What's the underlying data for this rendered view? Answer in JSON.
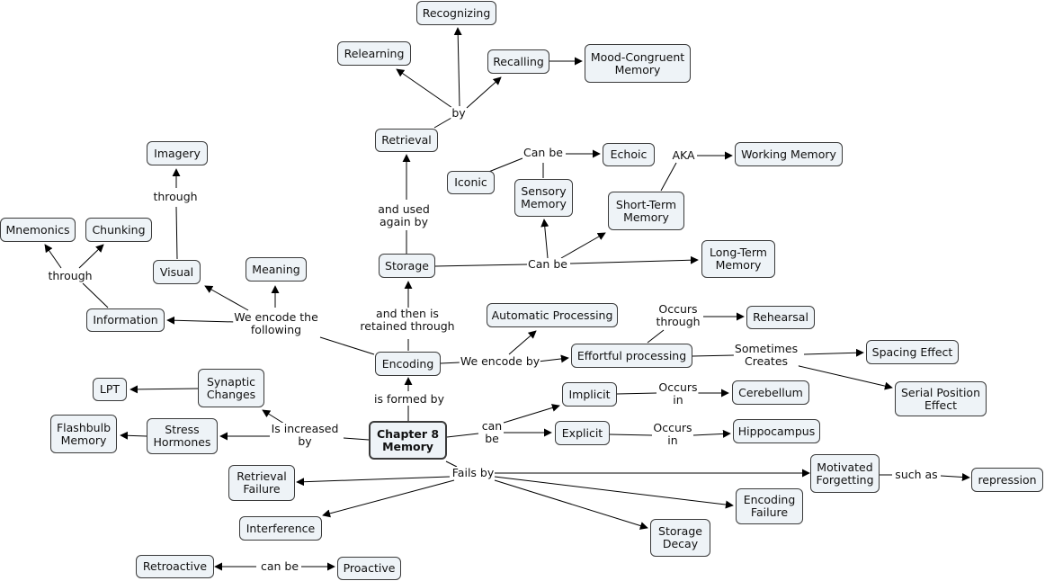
{
  "nodes": {
    "recognizing": "Recognizing",
    "relearning": "Relearning",
    "recalling": "Recalling",
    "mood_congruent": "Mood-Congruent\nMemory",
    "retrieval": "Retrieval",
    "imagery": "Imagery",
    "echoic": "Echoic",
    "working_memory": "Working Memory",
    "iconic": "Iconic",
    "sensory_memory": "Sensory\nMemory",
    "short_term_memory": "Short-Term\nMemory",
    "mnemonics": "Mnemonics",
    "chunking": "Chunking",
    "long_term_memory": "Long-Term\nMemory",
    "meaning": "Meaning",
    "visual": "Visual",
    "storage": "Storage",
    "information": "Information",
    "automatic_processing": "Automatic Processing",
    "rehearsal": "Rehearsal",
    "effortful_processing": "Effortful processing",
    "spacing_effect": "Spacing Effect",
    "encoding": "Encoding",
    "synaptic_changes": "Synaptic\nChanges",
    "lpt": "LPT",
    "serial_position_effect": "Serial Position\nEffect",
    "implicit": "Implicit",
    "cerebellum": "Cerebellum",
    "flashbulb_memory": "Flashbulb\nMemory",
    "stress_hormones": "Stress\nHormones",
    "chapter8_memory": "Chapter 8\nMemory",
    "explicit": "Explicit",
    "hippocampus": "Hippocampus",
    "motivated_forgetting": "Motivated\nForgetting",
    "repression": "repression",
    "retrieval_failure": "Retrieval\nFailure",
    "encoding_failure": "Encoding\nFailure",
    "interference": "Interference",
    "storage_decay": "Storage\nDecay",
    "retroactive": "Retroactive",
    "proactive": "Proactive"
  },
  "links": {
    "by": "by",
    "can_be_echoic": "Can be",
    "aka": "AKA",
    "through_imagery": "through",
    "through_mnemonics": "through",
    "and_used_again_by": "and used\nagain by",
    "can_be_storage": "Can be",
    "we_encode_following": "We encode the\nfollowing",
    "and_then_retained": "and then is\nretained through",
    "occurs_through": "Occurs\nthrough",
    "sometimes_creates": "Sometimes\nCreates",
    "we_encode_by": "We encode by",
    "is_formed_by": "is formed by",
    "occurs_in_cerebellum": "Occurs\nin",
    "is_increased_by": "Is increased\nby",
    "can_be_main": "can\nbe",
    "occurs_in_hippocampus": "Occurs\nin",
    "fails_by": "Fails by",
    "such_as": "such as",
    "can_be_interference": "can be"
  }
}
